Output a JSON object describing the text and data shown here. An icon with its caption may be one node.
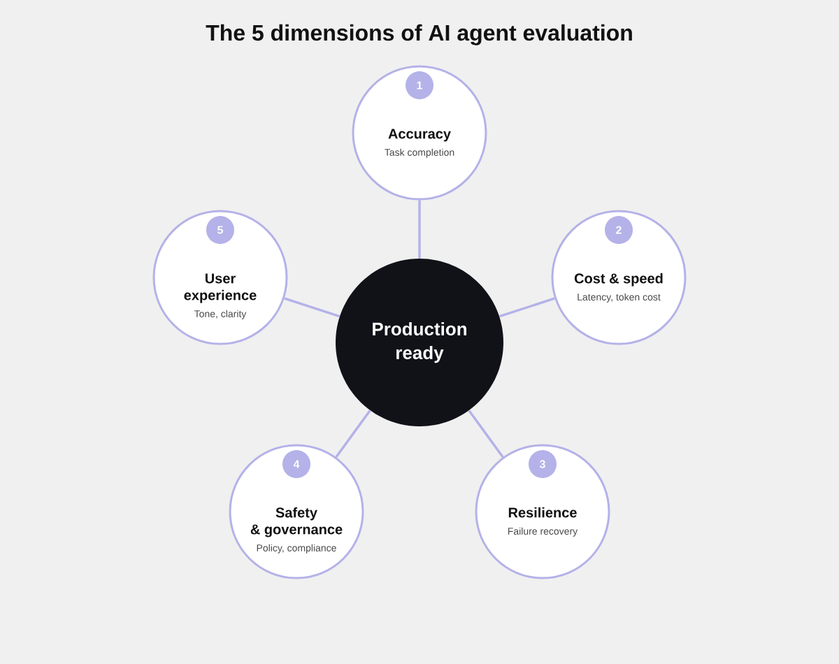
{
  "diagram": {
    "title": "The 5 dimensions of AI agent evaluation",
    "nodes": [
      {
        "text": [
          "Accuracy",
          "Task completion"
        ]
      },
      {
        "text": [
          "1"
        ],
        "in": 0
      },
      {
        "text": [
          "User experience",
          "Tone, clarity"
        ]
      },
      {
        "text": [
          "5"
        ],
        "in": 2
      },
      {
        "text": [
          "Cost & speed",
          "Latency, token cost"
        ]
      },
      {
        "text": [
          "2"
        ],
        "in": 4
      },
      {
        "text": [
          "Production ready"
        ]
      },
      {
        "text": [
          "Safety & governance",
          "Policy, compliance"
        ]
      },
      {
        "text": [
          "4"
        ],
        "in": 7
      },
      {
        "text": [
          "Resilience",
          "Failure recovery"
        ]
      },
      {
        "text": [
          "3"
        ],
        "in": 9
      }
    ],
    "edges": [
      {
        "from": 6,
        "to": 0,
        "arrow": "none"
      },
      {
        "from": 6,
        "to": 4,
        "arrow": "none"
      },
      {
        "from": 6,
        "to": 9,
        "arrow": "none"
      },
      {
        "from": 6,
        "to": 7,
        "arrow": "none"
      },
      {
        "from": 6,
        "to": 2,
        "arrow": "none"
      }
    ]
  }
}
